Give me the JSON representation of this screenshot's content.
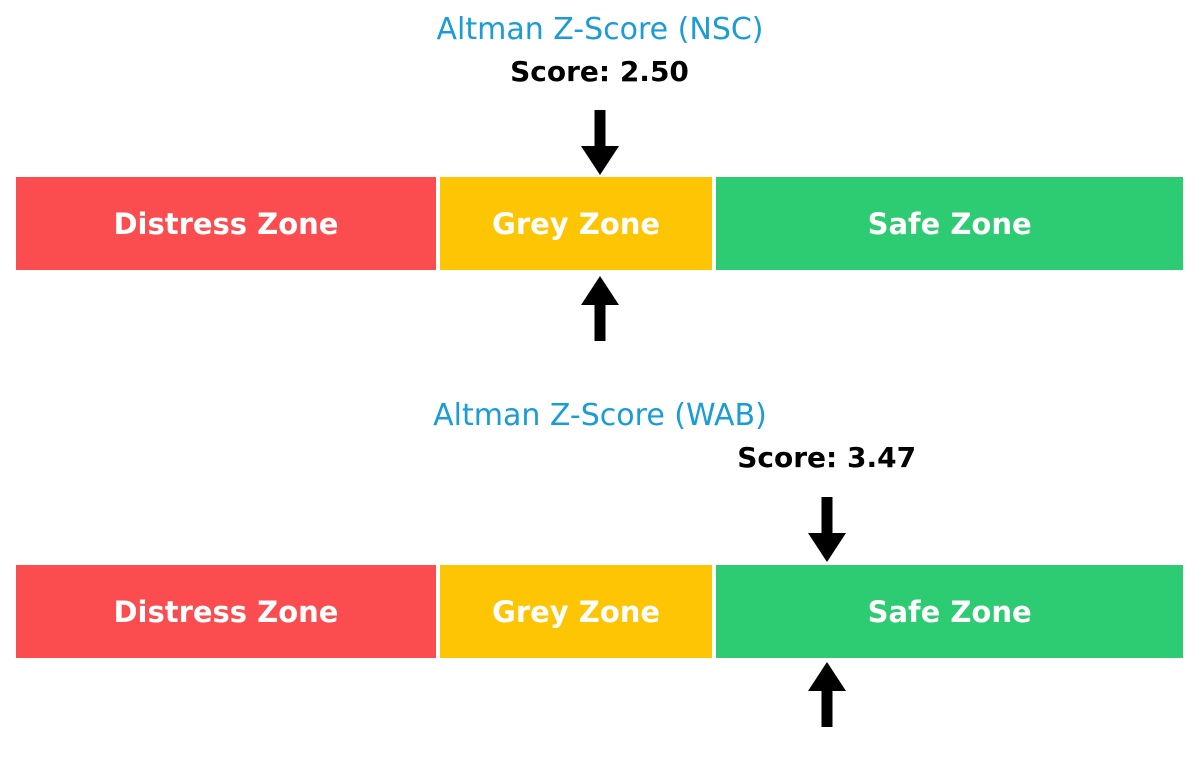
{
  "page": {
    "background": "#ffffff"
  },
  "colors": {
    "title": "#1B9CD6",
    "score_text": "#000000",
    "arrow": "#000000",
    "zone_label_text": "#ffffff",
    "distress_red": "#FB4D50",
    "grey_yellow": "#FDC504",
    "safe_green": "#2DCB72"
  },
  "chart_data": [
    {
      "type": "bar",
      "variant": "zone-indicator",
      "title": "Altman Z-Score (NSC)",
      "score": 2.5,
      "score_label": "Score: 2.50",
      "scale": [
        0,
        5
      ],
      "thresholds": {
        "distress_below": 1.81,
        "safe_above": 2.99
      },
      "zones": [
        {
          "label": "Distress Zone",
          "range": [
            0,
            1.81
          ],
          "color": "#FB4D50"
        },
        {
          "label": "Grey Zone",
          "range": [
            1.81,
            2.99
          ],
          "color": "#FDC504"
        },
        {
          "label": "Safe Zone",
          "range": [
            2.99,
            5
          ],
          "color": "#2DCB72"
        }
      ]
    },
    {
      "type": "bar",
      "variant": "zone-indicator",
      "title": "Altman Z-Score (WAB)",
      "score": 3.47,
      "score_label": "Score: 3.47",
      "scale": [
        0,
        5
      ],
      "thresholds": {
        "distress_below": 1.81,
        "safe_above": 2.99
      },
      "zones": [
        {
          "label": "Distress Zone",
          "range": [
            0,
            1.81
          ],
          "color": "#FB4D50"
        },
        {
          "label": "Grey Zone",
          "range": [
            1.81,
            2.99
          ],
          "color": "#FDC504"
        },
        {
          "label": "Safe Zone",
          "range": [
            2.99,
            5
          ],
          "color": "#2DCB72"
        }
      ]
    }
  ]
}
